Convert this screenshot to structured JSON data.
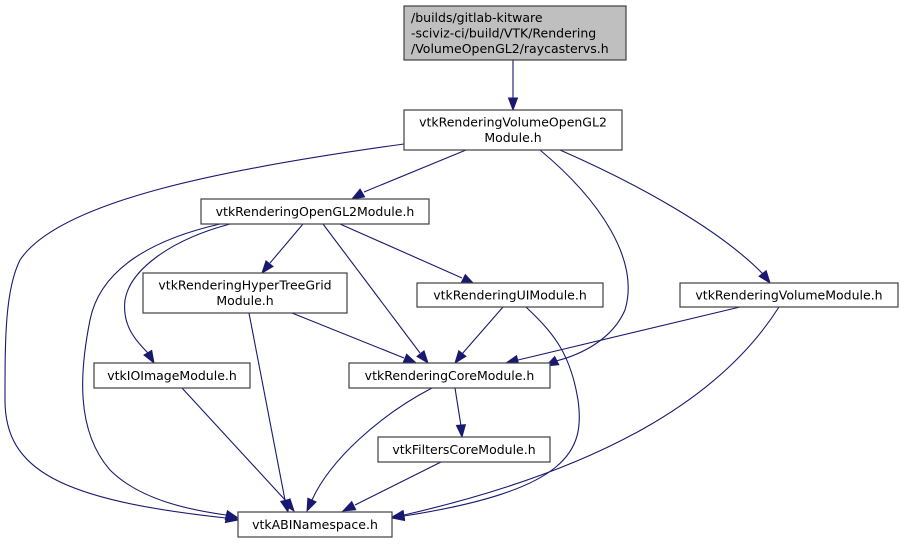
{
  "diagram": {
    "type": "include-dependency-graph",
    "colors": {
      "edge": "#191970",
      "root_fill": "#bfbfbf",
      "node_fill": "#ffffff",
      "node_border": "#404040"
    },
    "nodes": [
      {
        "id": "root",
        "lines": [
          "/builds/gitlab-kitware",
          "-sciviz-ci/build/VTK/Rendering",
          "/VolumeOpenGL2/raycastervs.h"
        ],
        "highlighted": true
      },
      {
        "id": "volumeopengl2",
        "lines": [
          "vtkRenderingVolumeOpenGL2",
          "Module.h"
        ]
      },
      {
        "id": "opengl2",
        "lines": [
          "vtkRenderingOpenGL2Module.h"
        ]
      },
      {
        "id": "hypertreegrid",
        "lines": [
          "vtkRenderingHyperTreeGrid",
          "Module.h"
        ]
      },
      {
        "id": "ui",
        "lines": [
          "vtkRenderingUIModule.h"
        ]
      },
      {
        "id": "volume",
        "lines": [
          "vtkRenderingVolumeModule.h"
        ]
      },
      {
        "id": "ioimage",
        "lines": [
          "vtkIOImageModule.h"
        ]
      },
      {
        "id": "core",
        "lines": [
          "vtkRenderingCoreModule.h"
        ]
      },
      {
        "id": "filterscore",
        "lines": [
          "vtkFiltersCoreModule.h"
        ]
      },
      {
        "id": "abi",
        "lines": [
          "vtkABINamespace.h"
        ]
      }
    ],
    "edges": [
      {
        "from": "root",
        "to": "volumeopengl2"
      },
      {
        "from": "volumeopengl2",
        "to": "abi"
      },
      {
        "from": "volumeopengl2",
        "to": "opengl2"
      },
      {
        "from": "volumeopengl2",
        "to": "core"
      },
      {
        "from": "volumeopengl2",
        "to": "volume"
      },
      {
        "from": "opengl2",
        "to": "abi"
      },
      {
        "from": "opengl2",
        "to": "ioimage"
      },
      {
        "from": "opengl2",
        "to": "hypertreegrid"
      },
      {
        "from": "opengl2",
        "to": "core"
      },
      {
        "from": "opengl2",
        "to": "ui"
      },
      {
        "from": "hypertreegrid",
        "to": "core"
      },
      {
        "from": "hypertreegrid",
        "to": "abi"
      },
      {
        "from": "ui",
        "to": "core"
      },
      {
        "from": "ui",
        "to": "abi"
      },
      {
        "from": "volume",
        "to": "core"
      },
      {
        "from": "volume",
        "to": "abi"
      },
      {
        "from": "ioimage",
        "to": "abi"
      },
      {
        "from": "core",
        "to": "filterscore"
      },
      {
        "from": "core",
        "to": "abi"
      },
      {
        "from": "filterscore",
        "to": "abi"
      }
    ]
  }
}
